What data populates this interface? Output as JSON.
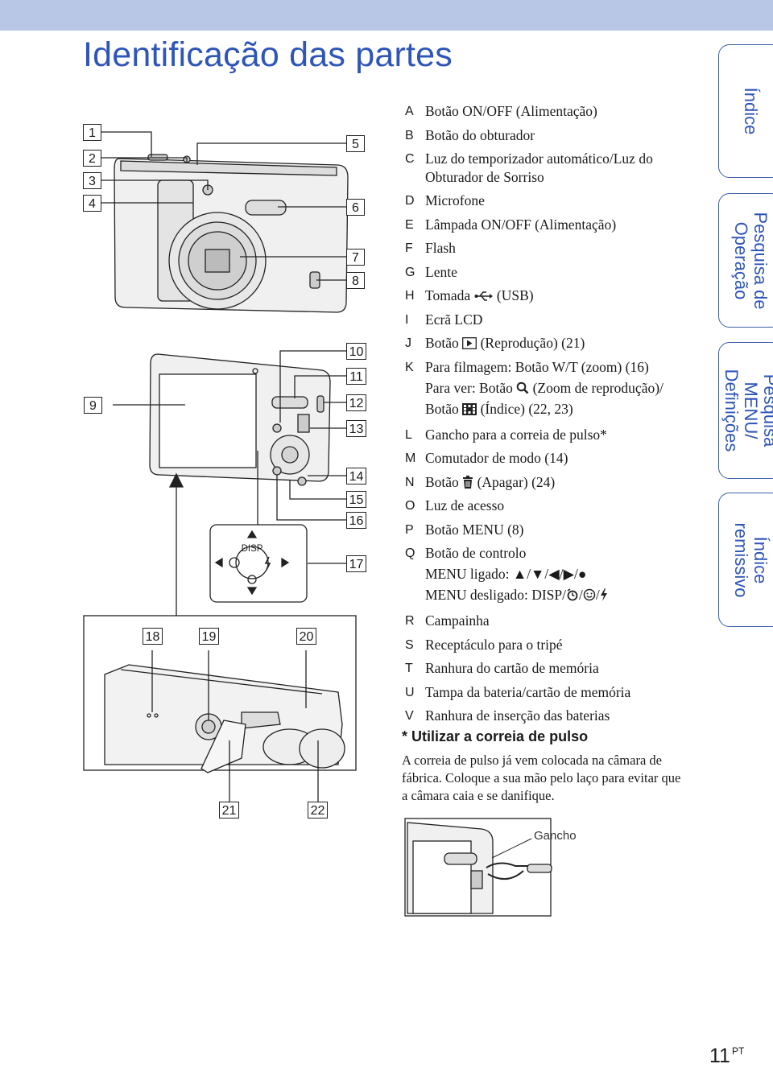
{
  "page_title": "Identificação das partes",
  "tabs": [
    {
      "label": "Índice"
    },
    {
      "label": "Pesquisa de Operação"
    },
    {
      "label": "Pesquisa MENU/ Definições"
    },
    {
      "label": "Índice remissivo"
    }
  ],
  "callouts": [
    "1",
    "2",
    "3",
    "4",
    "5",
    "6",
    "7",
    "8",
    "9",
    "10",
    "11",
    "12",
    "13",
    "14",
    "15",
    "16",
    "17",
    "18",
    "19",
    "20",
    "21",
    "22"
  ],
  "parts": [
    {
      "letter": "A",
      "text": "Botão ON/OFF (Alimentação)"
    },
    {
      "letter": "B",
      "text": "Botão do obturador"
    },
    {
      "letter": "C",
      "text": "Luz do temporizador automático/Luz do Obturador de Sorriso"
    },
    {
      "letter": "D",
      "text": "Microfone"
    },
    {
      "letter": "E",
      "text": "Lâmpada ON/OFF (Alimentação)"
    },
    {
      "letter": "F",
      "text": "Flash"
    },
    {
      "letter": "G",
      "text": "Lente"
    },
    {
      "letter": "H",
      "pre": "Tomada",
      "post": "(USB)"
    },
    {
      "letter": "I",
      "text": "Ecrã LCD"
    },
    {
      "letter": "J",
      "pre": "Botão",
      "post": "(Reprodução) (21)"
    },
    {
      "letter": "K",
      "line1": "Para filmagem: Botão W/T (zoom) (16)",
      "line2_pre": "Para ver: Botão",
      "line2_post": "(Zoom de reprodução)/",
      "line3_pre": "Botão",
      "line3_post": "(Índice) (22, 23)"
    },
    {
      "letter": "L",
      "text": "Gancho para a correia de pulso*"
    },
    {
      "letter": "M",
      "text": "Comutador de modo (14)"
    },
    {
      "letter": "N",
      "pre": "Botão",
      "post": "(Apagar) (24)"
    },
    {
      "letter": "O",
      "text": "Luz de acesso"
    },
    {
      "letter": "P",
      "text": "Botão MENU (8)"
    },
    {
      "letter": "Q",
      "line1": "Botão de controlo",
      "line2": "MENU ligado: ▲/▼/◀/▶/●",
      "line3": "MENU desligado: DISP/"
    },
    {
      "letter": "R",
      "text": "Campainha"
    },
    {
      "letter": "S",
      "text": "Receptáculo para o tripé"
    },
    {
      "letter": "T",
      "text": "Ranhura do cartão de memória"
    },
    {
      "letter": "U",
      "text": "Tampa da bateria/cartão de memória"
    },
    {
      "letter": "V",
      "text": "Ranhura de inserção das baterias"
    }
  ],
  "note": {
    "title": "* Utilizar a correia de pulso",
    "text": "A correia de pulso já vem colocada na câmara de fábrica. Coloque a sua mão pelo laço para evitar que a câmara caia e se danifique."
  },
  "diagram_labels": {
    "disp": "DISP",
    "hook": "Gancho"
  },
  "page_number": "11",
  "page_lang": "PT"
}
